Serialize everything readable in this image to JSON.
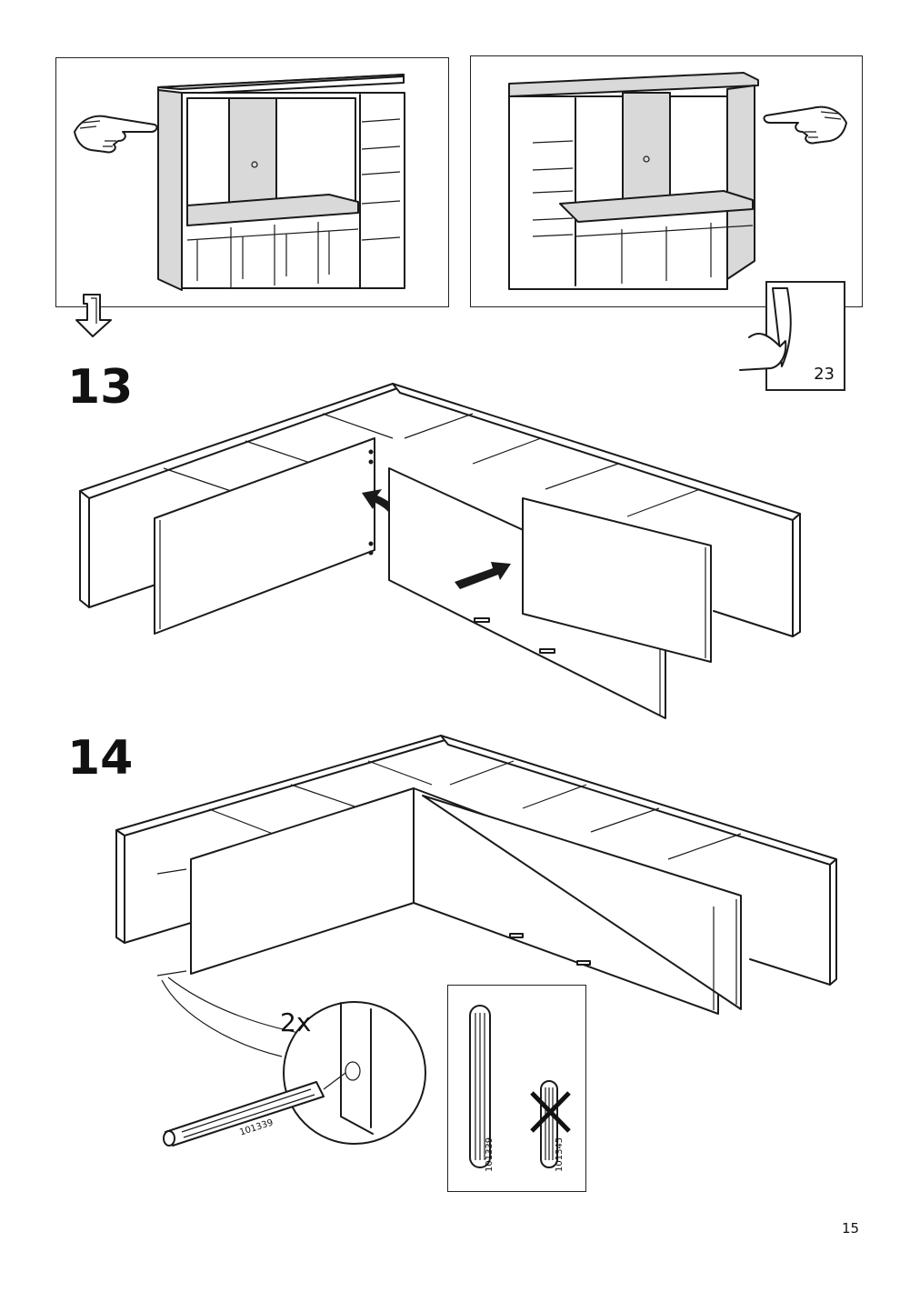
{
  "steps": [
    {
      "number": "13"
    },
    {
      "number": "14"
    }
  ],
  "page_ref": {
    "label": "23"
  },
  "callouts": {
    "quantity": "2x",
    "dowel_code_detail": "101339",
    "correct_dowel_code": "101339",
    "wrong_dowel_code": "101345"
  },
  "footer": {
    "page_number": "15"
  },
  "icons": [
    "pointing-hand-icon",
    "flip-down-arrow-icon",
    "turn-page-icon",
    "wrong-cross-icon",
    "dowel-icon"
  ]
}
